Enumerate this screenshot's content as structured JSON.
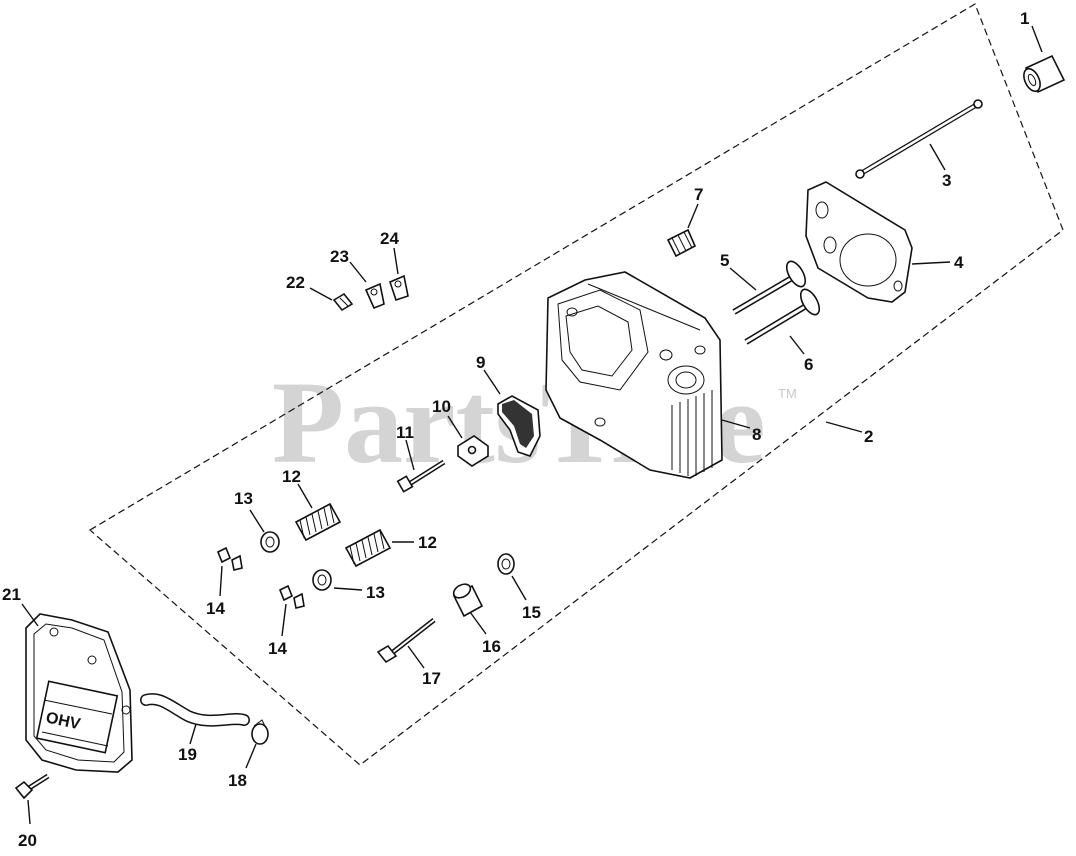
{
  "watermark": {
    "text": "PartsTree",
    "tm": "TM"
  },
  "cover_label": "OHV",
  "callouts": {
    "c1": "1",
    "c2": "2",
    "c3": "3",
    "c4": "4",
    "c5": "5",
    "c6": "6",
    "c7": "7",
    "c8": "8",
    "c9": "9",
    "c10": "10",
    "c11": "11",
    "c12a": "12",
    "c12b": "12",
    "c13a": "13",
    "c13b": "13",
    "c14a": "14",
    "c14b": "14",
    "c15": "15",
    "c16": "16",
    "c17": "17",
    "c18": "18",
    "c19": "19",
    "c20": "20",
    "c21": "21",
    "c22": "22",
    "c23": "23",
    "c24": "24"
  }
}
